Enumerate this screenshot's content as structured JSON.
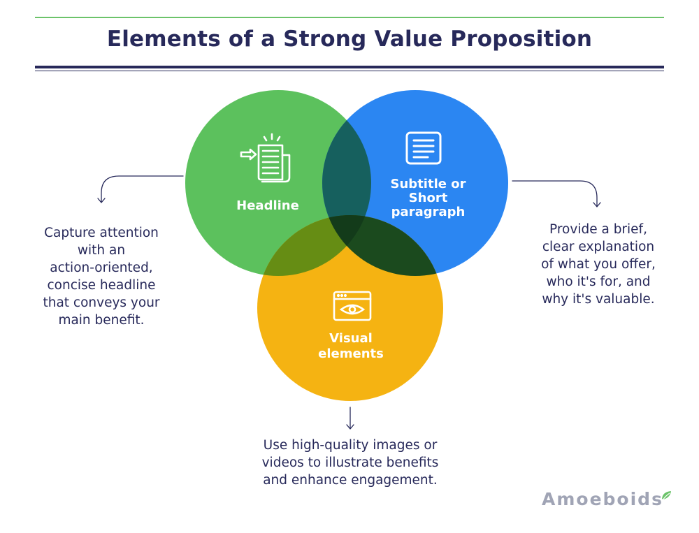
{
  "title": "Elements of a Strong Value Proposition",
  "colors": {
    "headline": "#5cc15d",
    "subtitle": "#2b86f2",
    "visual": "#f5b312",
    "navy": "#27295a",
    "gray": "#a0a4b5"
  },
  "circles": {
    "headline": {
      "label": "Headline",
      "icon": "newspaper-icon"
    },
    "subtitle": {
      "label_lines": [
        "Subtitle or",
        "Short",
        "paragraph"
      ],
      "icon": "document-icon"
    },
    "visual": {
      "label_lines": [
        "Visual",
        "elements"
      ],
      "icon": "browser-eye-icon"
    }
  },
  "descriptions": {
    "headline": [
      "Capture attention",
      "with an",
      "action-oriented,",
      "concise headline",
      "that conveys your",
      "main benefit."
    ],
    "subtitle": [
      "Provide a brief,",
      "clear explanation",
      "of what you offer,",
      "who it's for, and",
      "why it's valuable."
    ],
    "visual": [
      "Use high-quality images or",
      "videos to illustrate benefits",
      "and enhance engagement."
    ]
  },
  "logo": {
    "text": "Amoeboids"
  }
}
